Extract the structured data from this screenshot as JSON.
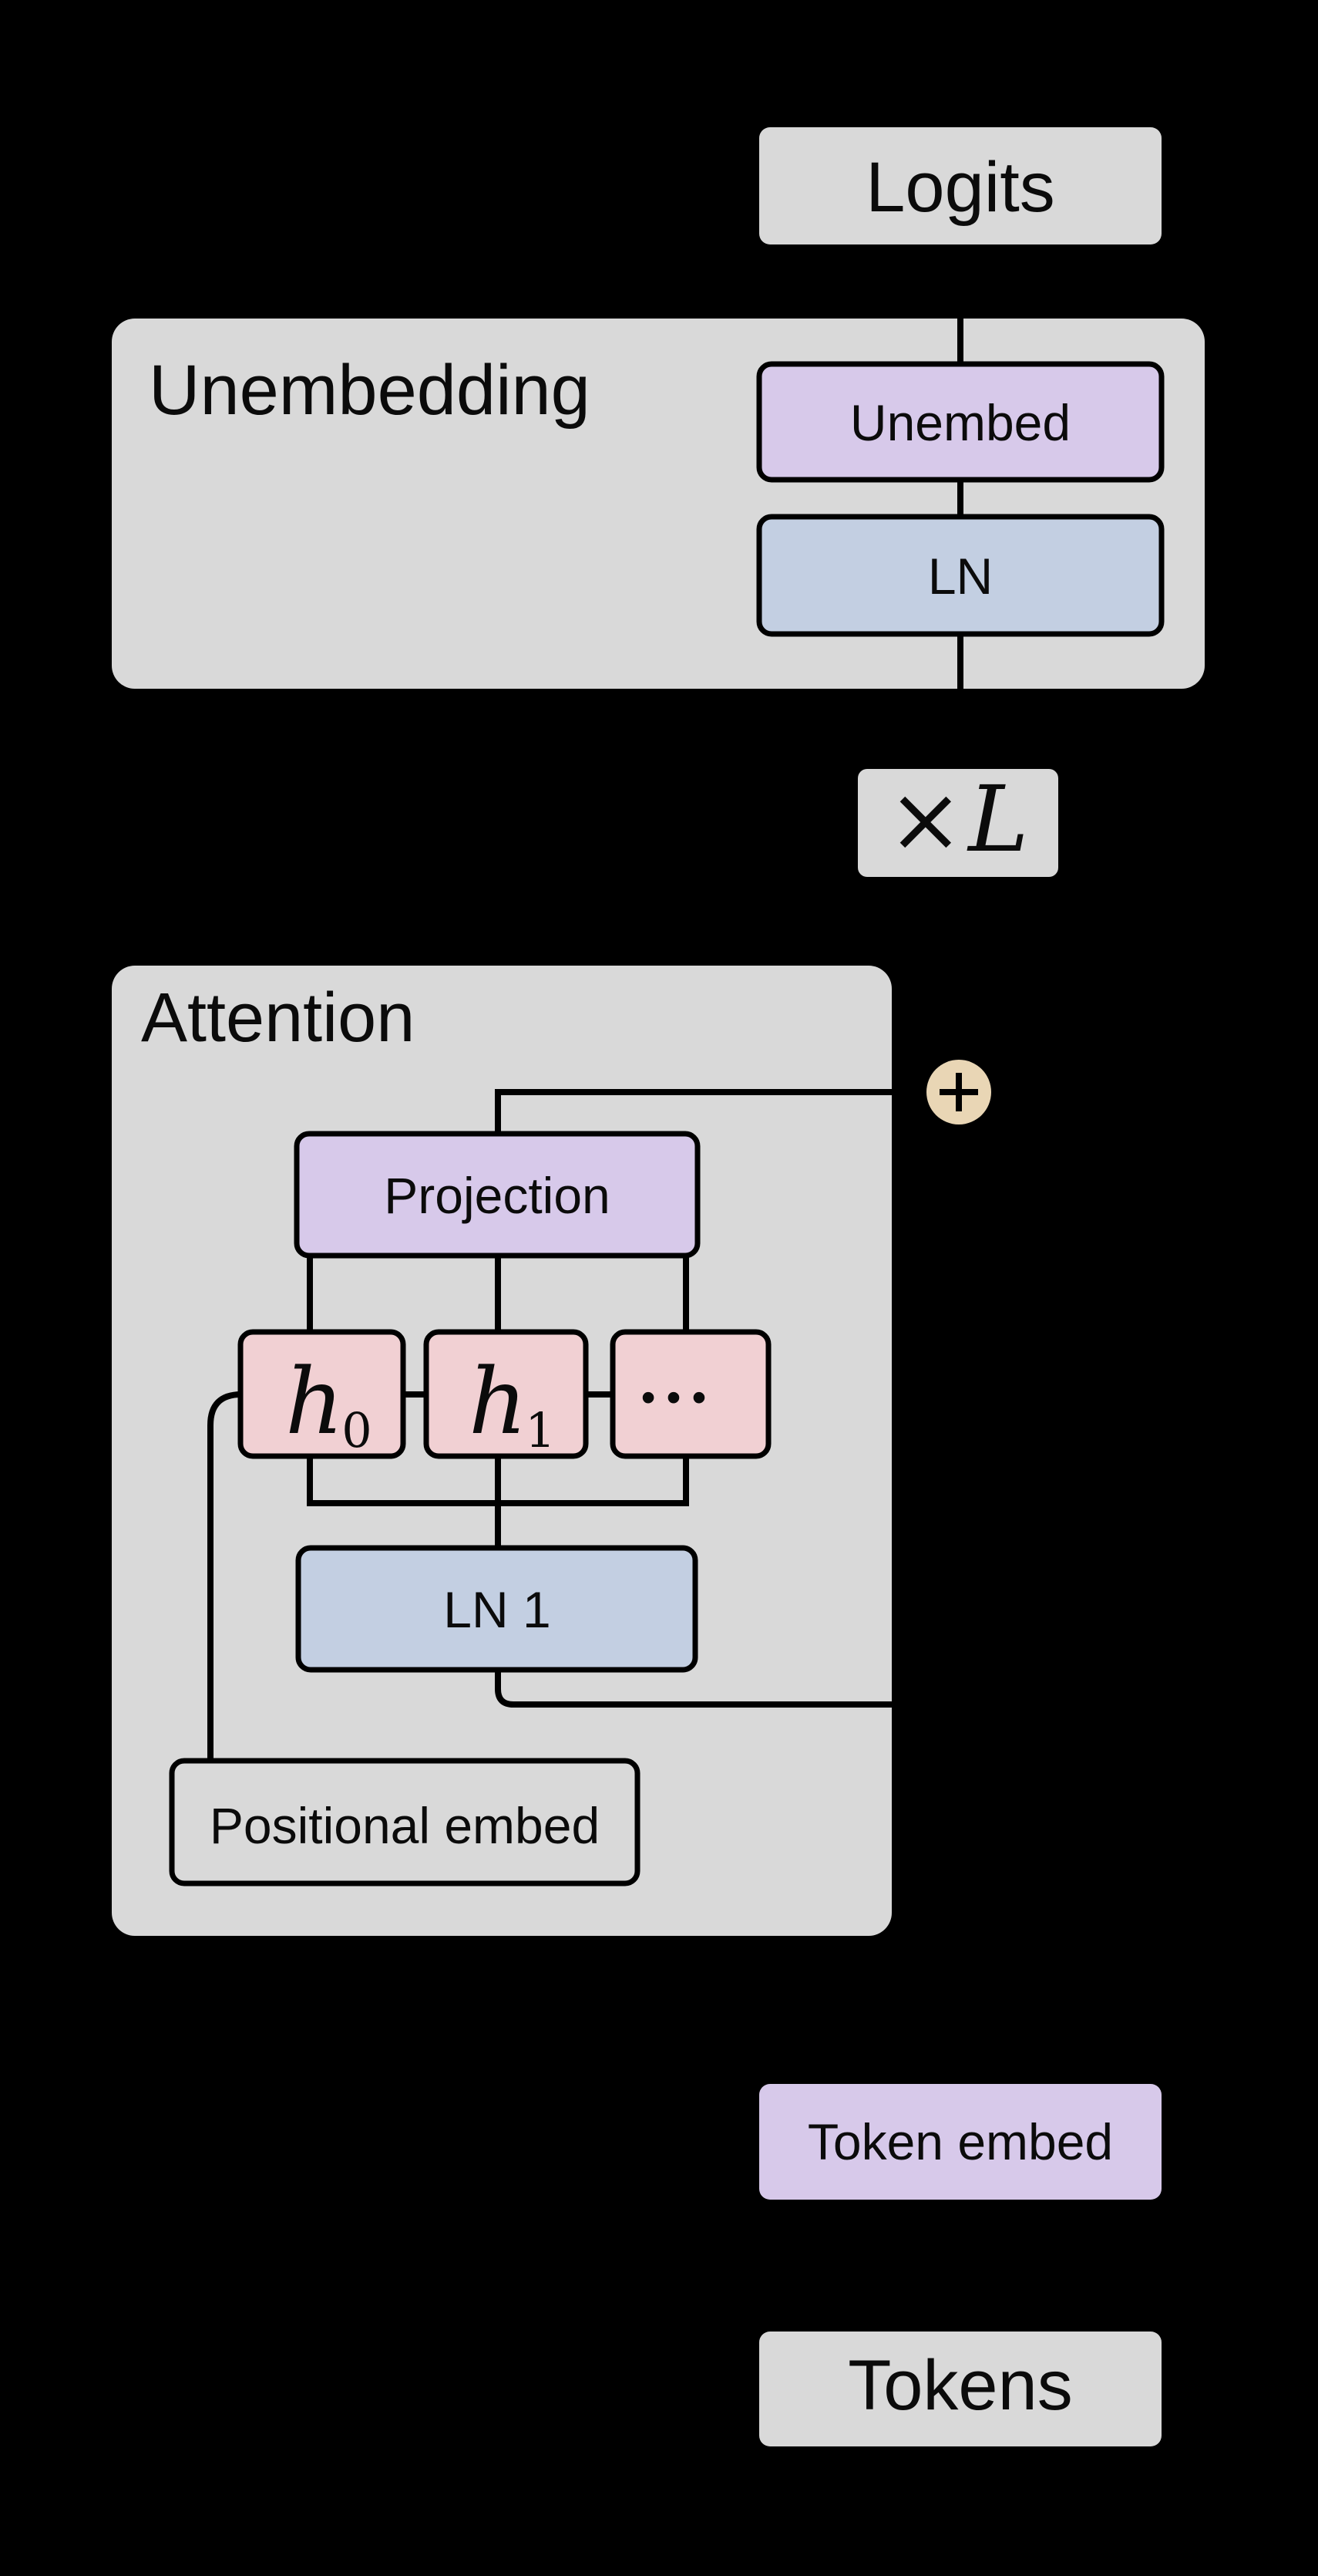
{
  "colors": {
    "background": "#000000",
    "panel-gray": "#d9d9d9",
    "purple": "#d7c9ea",
    "blue": "#c3cfe2",
    "pink": "#f1d0d3",
    "tan": "#e9d6b5",
    "line-black": "#000000",
    "text-black": "#0b0b0b"
  },
  "diagram": {
    "logits": {
      "label": "Logits"
    },
    "unembedding": {
      "title": "Unembedding",
      "unembed_label": "Unembed",
      "ln_label": "LN"
    },
    "repeat_badge": {
      "times": "×",
      "count": "L"
    },
    "attention": {
      "title": "Attention",
      "projection_label": "Projection",
      "heads": [
        {
          "base": "h",
          "sub": "0"
        },
        {
          "base": "h",
          "sub": "1"
        }
      ],
      "heads_ellipsis": "•••",
      "ln1_label": "LN 1",
      "positional_label": "Positional embed"
    },
    "residual": {
      "plus": "+"
    },
    "token_embed": {
      "label": "Token embed"
    },
    "tokens": {
      "label": "Tokens"
    }
  }
}
